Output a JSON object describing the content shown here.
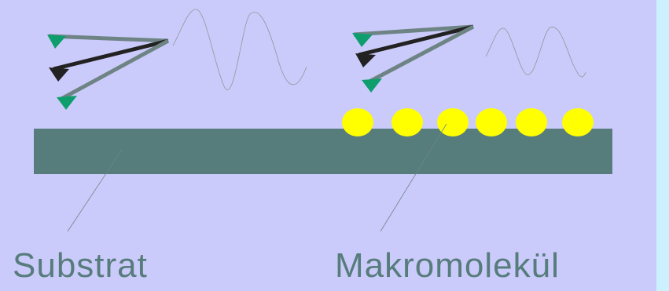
{
  "labels": {
    "substrate": "Substrat",
    "macromolecule": "Makromolekül"
  },
  "colors": {
    "background": "#cbcbfb",
    "side_panel": "#cdf0fe",
    "substrate": "#577c7c",
    "macromolecule": "#ffff00",
    "arrow_teal": "#0e9e6e",
    "arrow_dark": "#222222",
    "line_gray": "#6e8484",
    "label_text": "#577c7c"
  },
  "icons": {
    "incoming_beam_arrows": "arrowhead-triangle",
    "wave": "sine-wave"
  }
}
